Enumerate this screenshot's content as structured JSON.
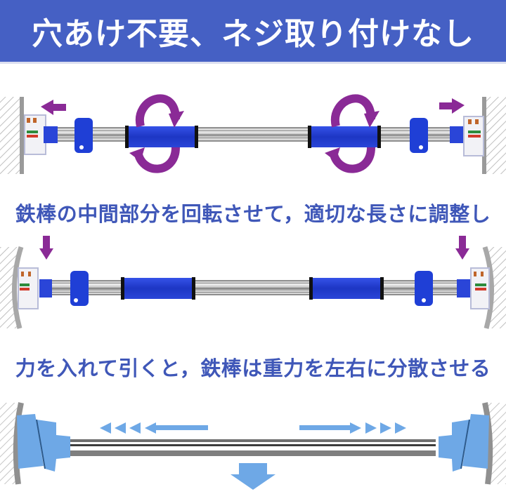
{
  "header": {
    "title": "穴あけ不要、ネジ取り付けなし",
    "background_color": "#4560c4",
    "text_color": "#ffffff"
  },
  "steps": [
    {
      "id": "rotate",
      "caption": "鉄棒の中間部分を回転させて，適切な長さに調整し",
      "arrows": [
        "arrow-left",
        "arrow-right",
        "rotate-arrow-left",
        "rotate-arrow-right"
      ],
      "accent_color": "#8a2a96"
    },
    {
      "id": "fix",
      "caption": "力を入れて引くと，鉄棒は重力を左右に分散させる",
      "arrows": [
        "arrow-down-left",
        "arrow-down-right"
      ],
      "accent_color": "#8a2a96"
    },
    {
      "id": "distribute",
      "arrows": [
        "chevron-arrow-left",
        "chevron-arrow-right",
        "arrow-down-center"
      ],
      "accent_color": "#6fa8e6"
    }
  ],
  "colors": {
    "caption_text": "#3f57b8",
    "grip_blue": "#1f3fd6",
    "bar_steel": "#c9ccd2",
    "wall_gray": "#9a9a9a"
  }
}
